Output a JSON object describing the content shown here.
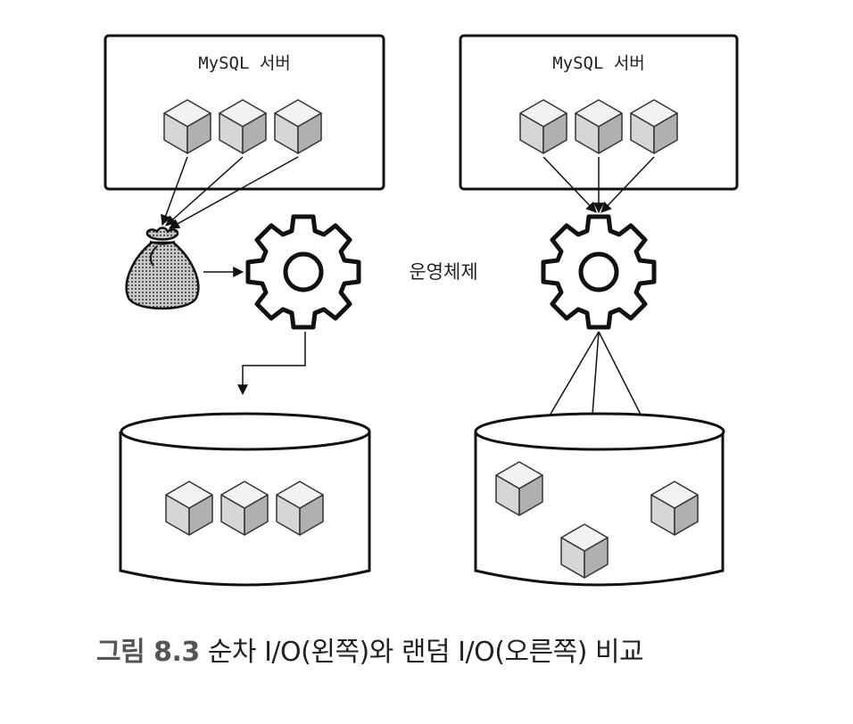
{
  "left": {
    "server_label": "MySQL 서버"
  },
  "right": {
    "server_label": "MySQL 서버"
  },
  "os_label": "운영체제",
  "caption": {
    "number": "그림 8.3",
    "text": "순차 I/O(왼쪽)와 랜덤 I/O(오른쪽) 비교"
  }
}
